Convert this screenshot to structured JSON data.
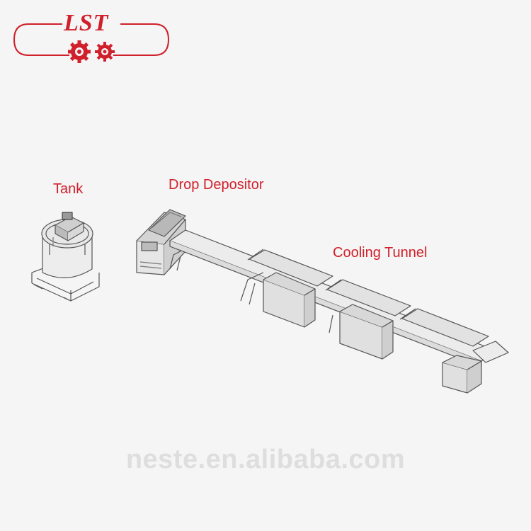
{
  "brand": {
    "logo_text": "LST",
    "accent_color": "#d0202b"
  },
  "labels": {
    "tank": "Tank",
    "drop_depositor": "Drop Depositor",
    "cooling_tunnel": "Cooling Tunnel"
  },
  "watermark": "neste.en.alibaba.com",
  "icons": [
    "gear-icon",
    "gear-icon"
  ]
}
